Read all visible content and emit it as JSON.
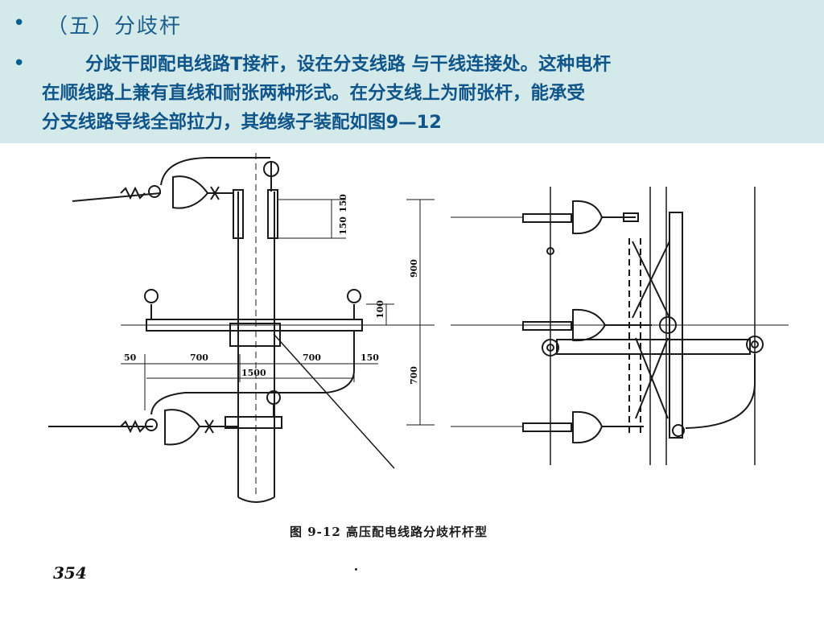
{
  "slide": {
    "title": "（五）分歧杆",
    "bullet_symbol": "•",
    "paragraph_lines": [
      "分歧干即配电线路T接杆，设在分支线路 与干线连接处。这种电杆",
      "在顺线路上兼有直线和耐张两种形式。在分支线上为耐张杆，能承受",
      "分支线路导线全部拉力，其绝缘子装配如图9—12"
    ]
  },
  "figure": {
    "caption": "图 9-12   高压配电线路分歧杆杆型",
    "page_number": "354",
    "dimensions": {
      "d150_top": "150",
      "d150_mid": "150",
      "d900": "900",
      "d100": "100",
      "d700_right": "700",
      "d50": "50",
      "d700_left": "700",
      "d700_mid": "700",
      "d150_right": "150",
      "d1500": "1500"
    }
  },
  "colors": {
    "header_bg": "#d4eaea",
    "text_blue": "#10558a",
    "title_blue": "#1a5c8c"
  }
}
